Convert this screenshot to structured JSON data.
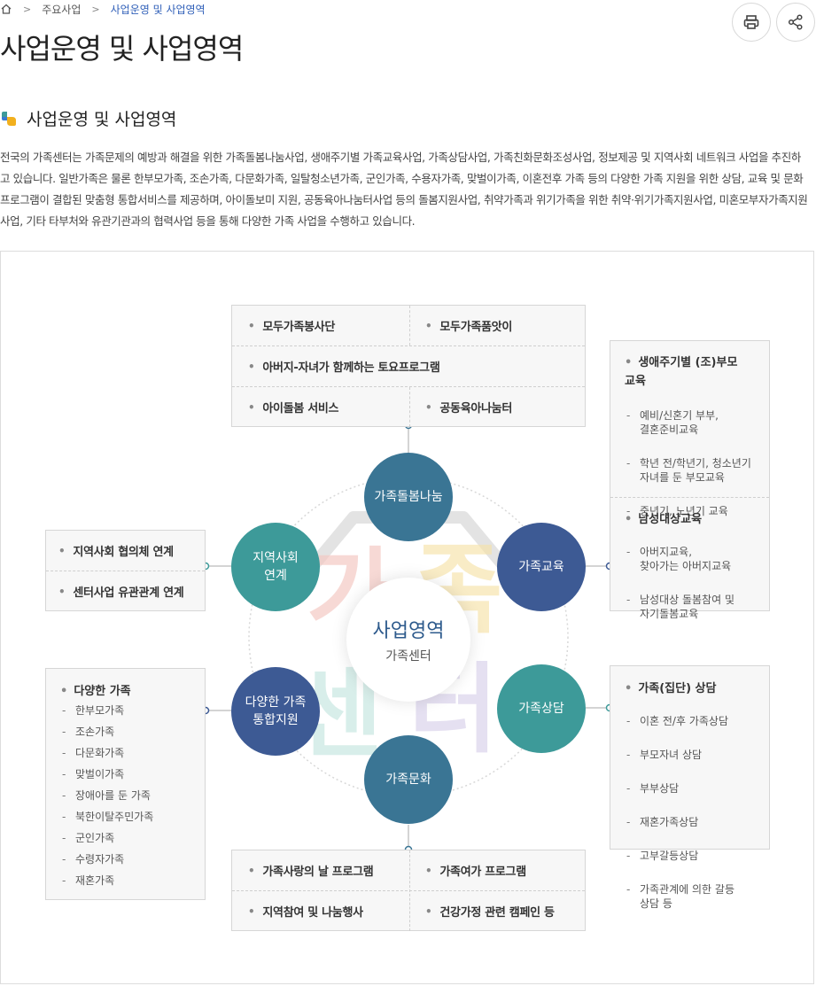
{
  "breadcrumb": {
    "items": [
      "주요사업",
      "사업운영 및 사업영역"
    ]
  },
  "page_title": "사업운영 및 사업영역",
  "section_title": "사업운영 및 사업영역",
  "description": "전국의 가족센터는 가족문제의 예방과 해결을 위한 가족돌봄나눔사업, 생애주기별 가족교육사업, 가족상담사업, 가족친화문화조성사업, 정보제공 및 지역사회 네트워크 사업을 추진하고 있습니다. 일반가족은 물론 한부모가족, 조손가족, 다문화가족, 일탈청소년가족, 군인가족, 수용자가족, 맞벌이가족, 이혼전후 가족 등의 다양한 가족 지원을 위한 상담, 교육 및 문화 프로그램이 결합된 맞춤형 통합서비스를 제공하며, 아이돌보미 지원, 공동육아나눔터사업 등의 돌봄지원사업, 취약가족과 위기가족을 위한 취약·위기가족지원사업, 미혼모부자가족지원사업, 기타 타부처와 유관기관과의 협력사업 등을 통해 다양한 가족 사업을 수행하고 있습니다.",
  "center": {
    "title": "사업영역",
    "subtitle": "가족센터"
  },
  "nodes": {
    "care": "가족돌봄나눔",
    "education": "가족교육",
    "counseling": "가족상담",
    "culture": "가족문화",
    "integrated": "다양한 가족\n통합지원",
    "community": "지역사회\n연계"
  },
  "top_box": {
    "r1c1": "모두가족봉사단",
    "r1c2": "모두가족품앗이",
    "r2": "아버지-자녀가 함께하는 토요프로그램",
    "r3c1": "아이돌봄 서비스",
    "r3c2": "공동육아나눔터"
  },
  "right_top_box": {
    "g1_title": "생애주기별 (조)부모\n교육",
    "g1_items": [
      "예비/신혼기 부부,\n결혼준비교육",
      "학년 전/학년기, 청소년기\n자녀를 둔 부모교육",
      "중년기, 노년기 교육"
    ],
    "g2_title": "남성대상교육",
    "g2_items": [
      "아버지교육,\n찾아가는 아버지교육",
      "남성대상 돌봄참여 및\n자기돌봄교육"
    ]
  },
  "right_bottom_box": {
    "title": "가족(집단) 상담",
    "items": [
      "이혼 전/후 가족상담",
      "부모자녀 상담",
      "부부상담",
      "재혼가족상담",
      "고부갈등상담",
      "가족관계에 의한 갈등\n상담 등"
    ]
  },
  "left_top_box": {
    "r1": "지역사회 협의체 연계",
    "r2": "센터사업 유관관계 연계"
  },
  "left_bottom_box": {
    "title": "다양한 가족",
    "items": [
      "한부모가족",
      "조손가족",
      "다문화가족",
      "맞벌이가족",
      "장애아를 둔 가족",
      "북한이탈주민가족",
      "군인가족",
      "수령자가족",
      "재혼가족"
    ]
  },
  "bottom_box": {
    "r1c1": "가족사랑의 날 프로그램",
    "r1c2": "가족여가 프로그램",
    "r2c1": "지역참여 및 나눔행사",
    "r2c2": "건강가정 관련 캠페인 등"
  },
  "watermark": [
    "가",
    "족",
    "센",
    "터"
  ],
  "colors": {
    "teal": "#3d9a99",
    "steel": "#3a7594",
    "navy": "#3d5a94",
    "accent": "#2f5fb8"
  }
}
